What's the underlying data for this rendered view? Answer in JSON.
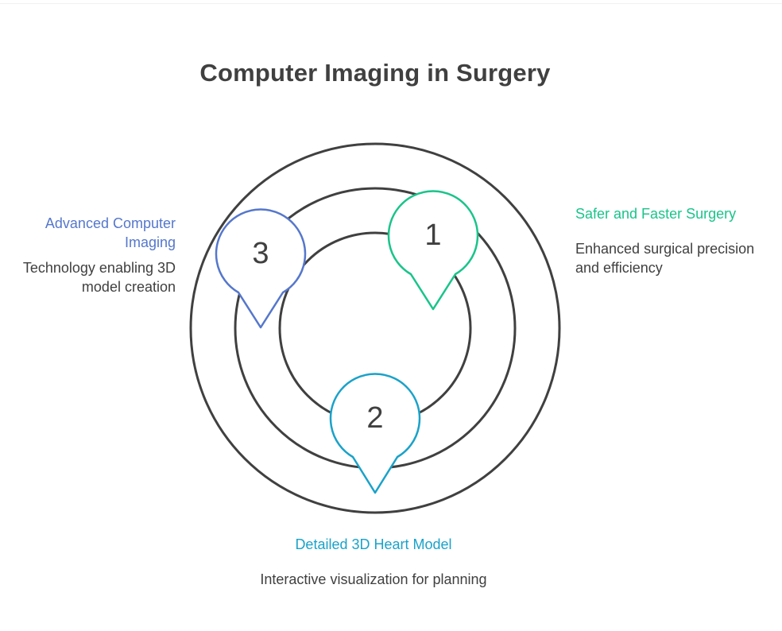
{
  "title": "Computer Imaging in Surgery",
  "colors": {
    "ring": "#404040",
    "step_1": "#19c48a",
    "step_2": "#1aa2c9",
    "step_3": "#5577cc",
    "text": "#404040"
  },
  "steps": [
    {
      "number": "1",
      "title": "Safer and Faster Surgery",
      "description": "Enhanced surgical precision and efficiency"
    },
    {
      "number": "2",
      "title": "Detailed 3D Heart Model",
      "description": "Interactive visualization for planning"
    },
    {
      "number": "3",
      "title": "Advanced Computer Imaging",
      "description": "Technology enabling 3D model creation"
    }
  ]
}
